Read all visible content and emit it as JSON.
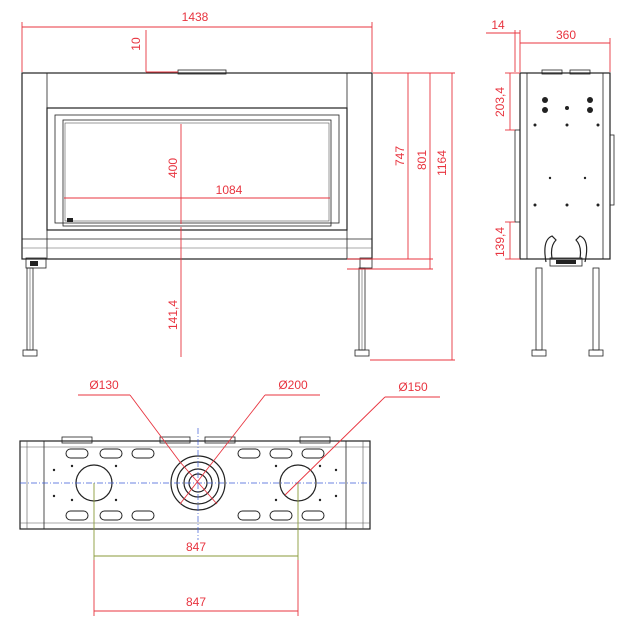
{
  "dimensions": {
    "overall_width": "1438",
    "top_gap": "10",
    "glass_height": "400",
    "glass_width": "1084",
    "bottom_offset": "141,4",
    "height_747": "747",
    "height_801": "801",
    "overall_height": "1164",
    "side_offset": "14",
    "depth": "360",
    "side_top": "203,4",
    "side_bottom": "139,4",
    "diameter_left": "Ø130",
    "diameter_center": "Ø200",
    "diameter_right": "Ø150",
    "spacing_inner": "847",
    "spacing_outer": "847"
  },
  "colors": {
    "dimension": "#e8343f",
    "axis": "#3b5bd6",
    "spacing": "#8a9a3a",
    "outline": "#222222"
  }
}
